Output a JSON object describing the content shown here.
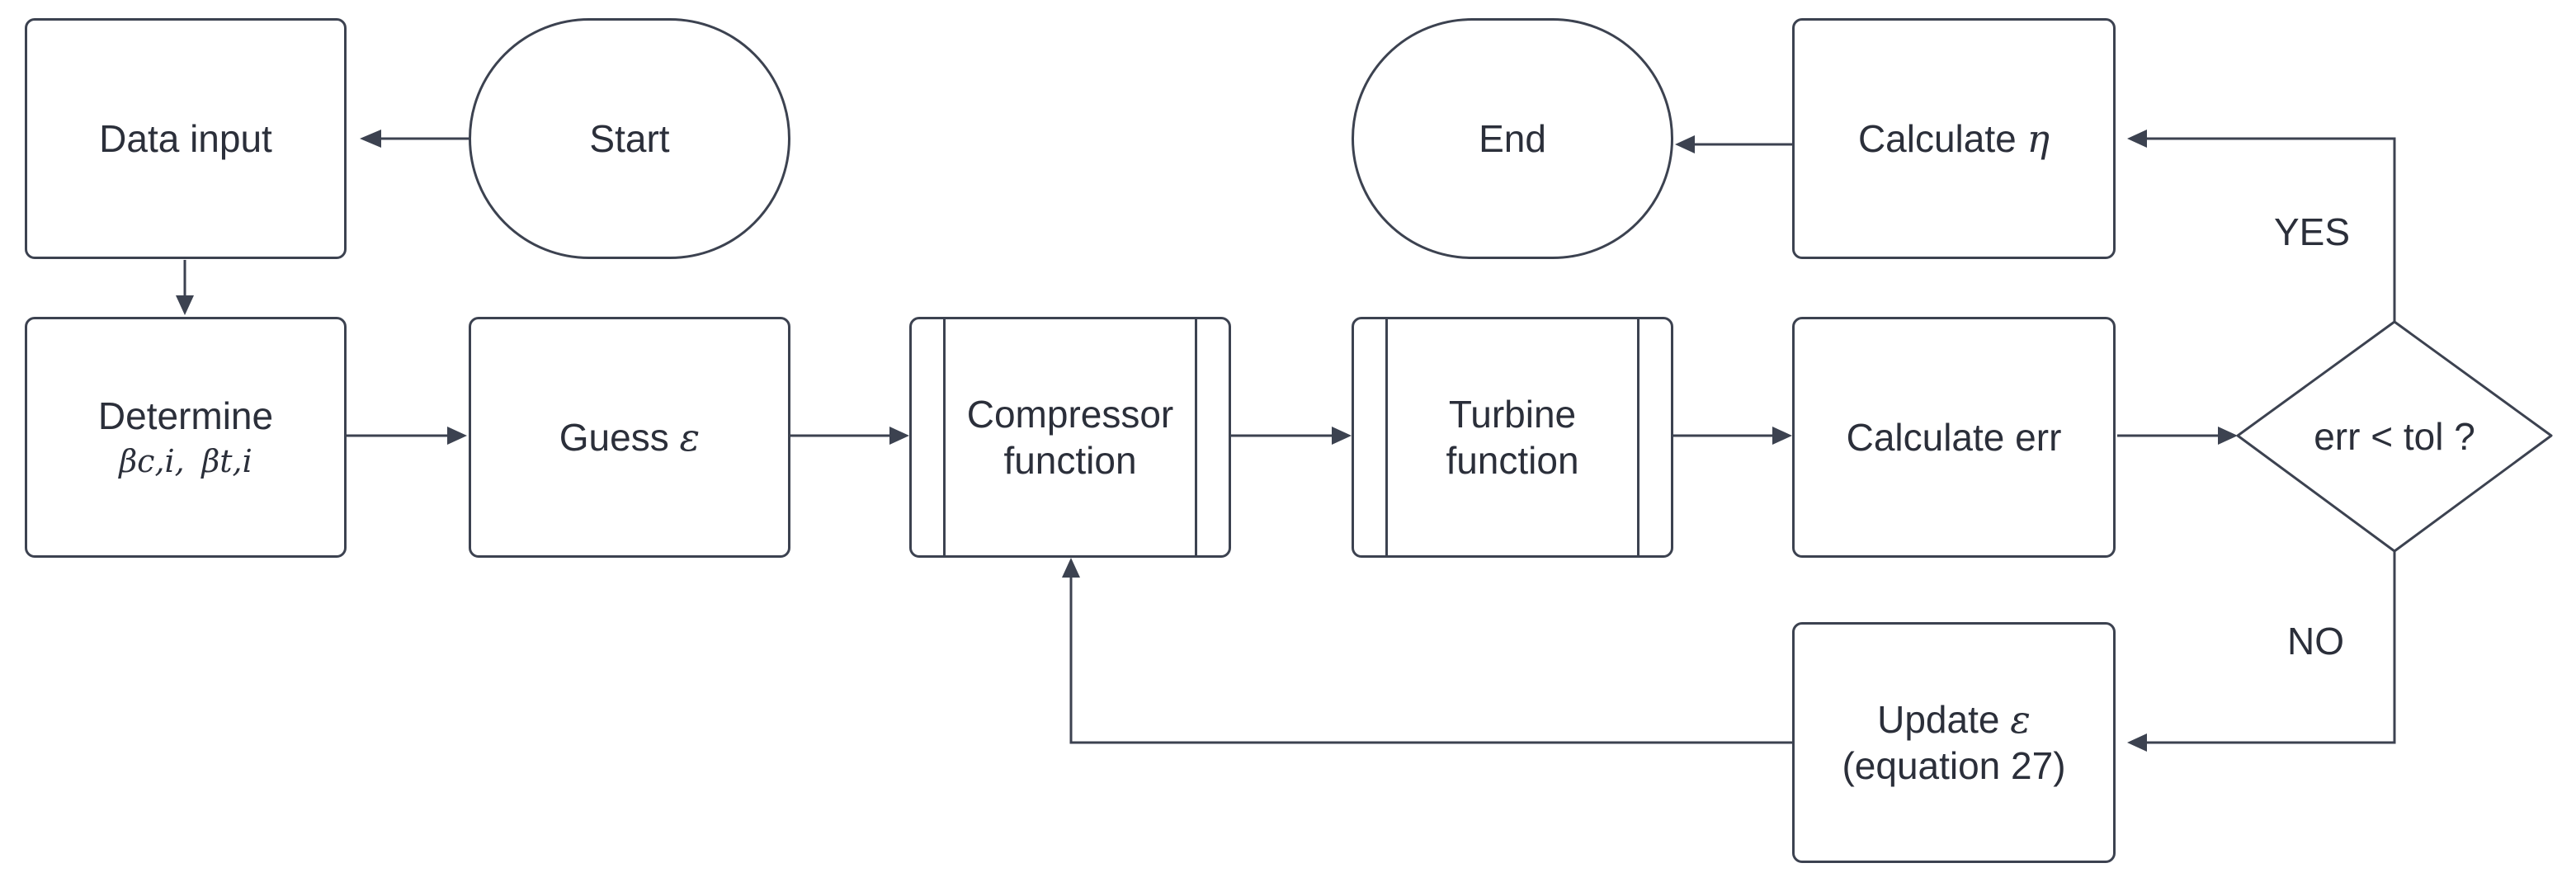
{
  "nodes": {
    "data_input": "Data input",
    "start": "Start",
    "end": "End",
    "calc_eta": {
      "text": "Calculate",
      "symbol": "η"
    },
    "determine": {
      "line1": "Determine",
      "beta_c": "βc,i,",
      "beta_t": "βt,i"
    },
    "guess": {
      "text": "Guess",
      "symbol": "ε"
    },
    "compressor": {
      "line1": "Compressor",
      "line2": "function"
    },
    "turbine": {
      "line1": "Turbine",
      "line2": "function"
    },
    "calc_err": "Calculate err",
    "decision": "err < tol ?",
    "update": {
      "line1_text": "Update",
      "line1_symbol": "ε",
      "line2": "(equation 27)"
    }
  },
  "edge_labels": {
    "yes": "YES",
    "no": "NO"
  },
  "colors": {
    "stroke": "#3c4250",
    "text": "#2b2f3a",
    "background": "#ffffff"
  }
}
